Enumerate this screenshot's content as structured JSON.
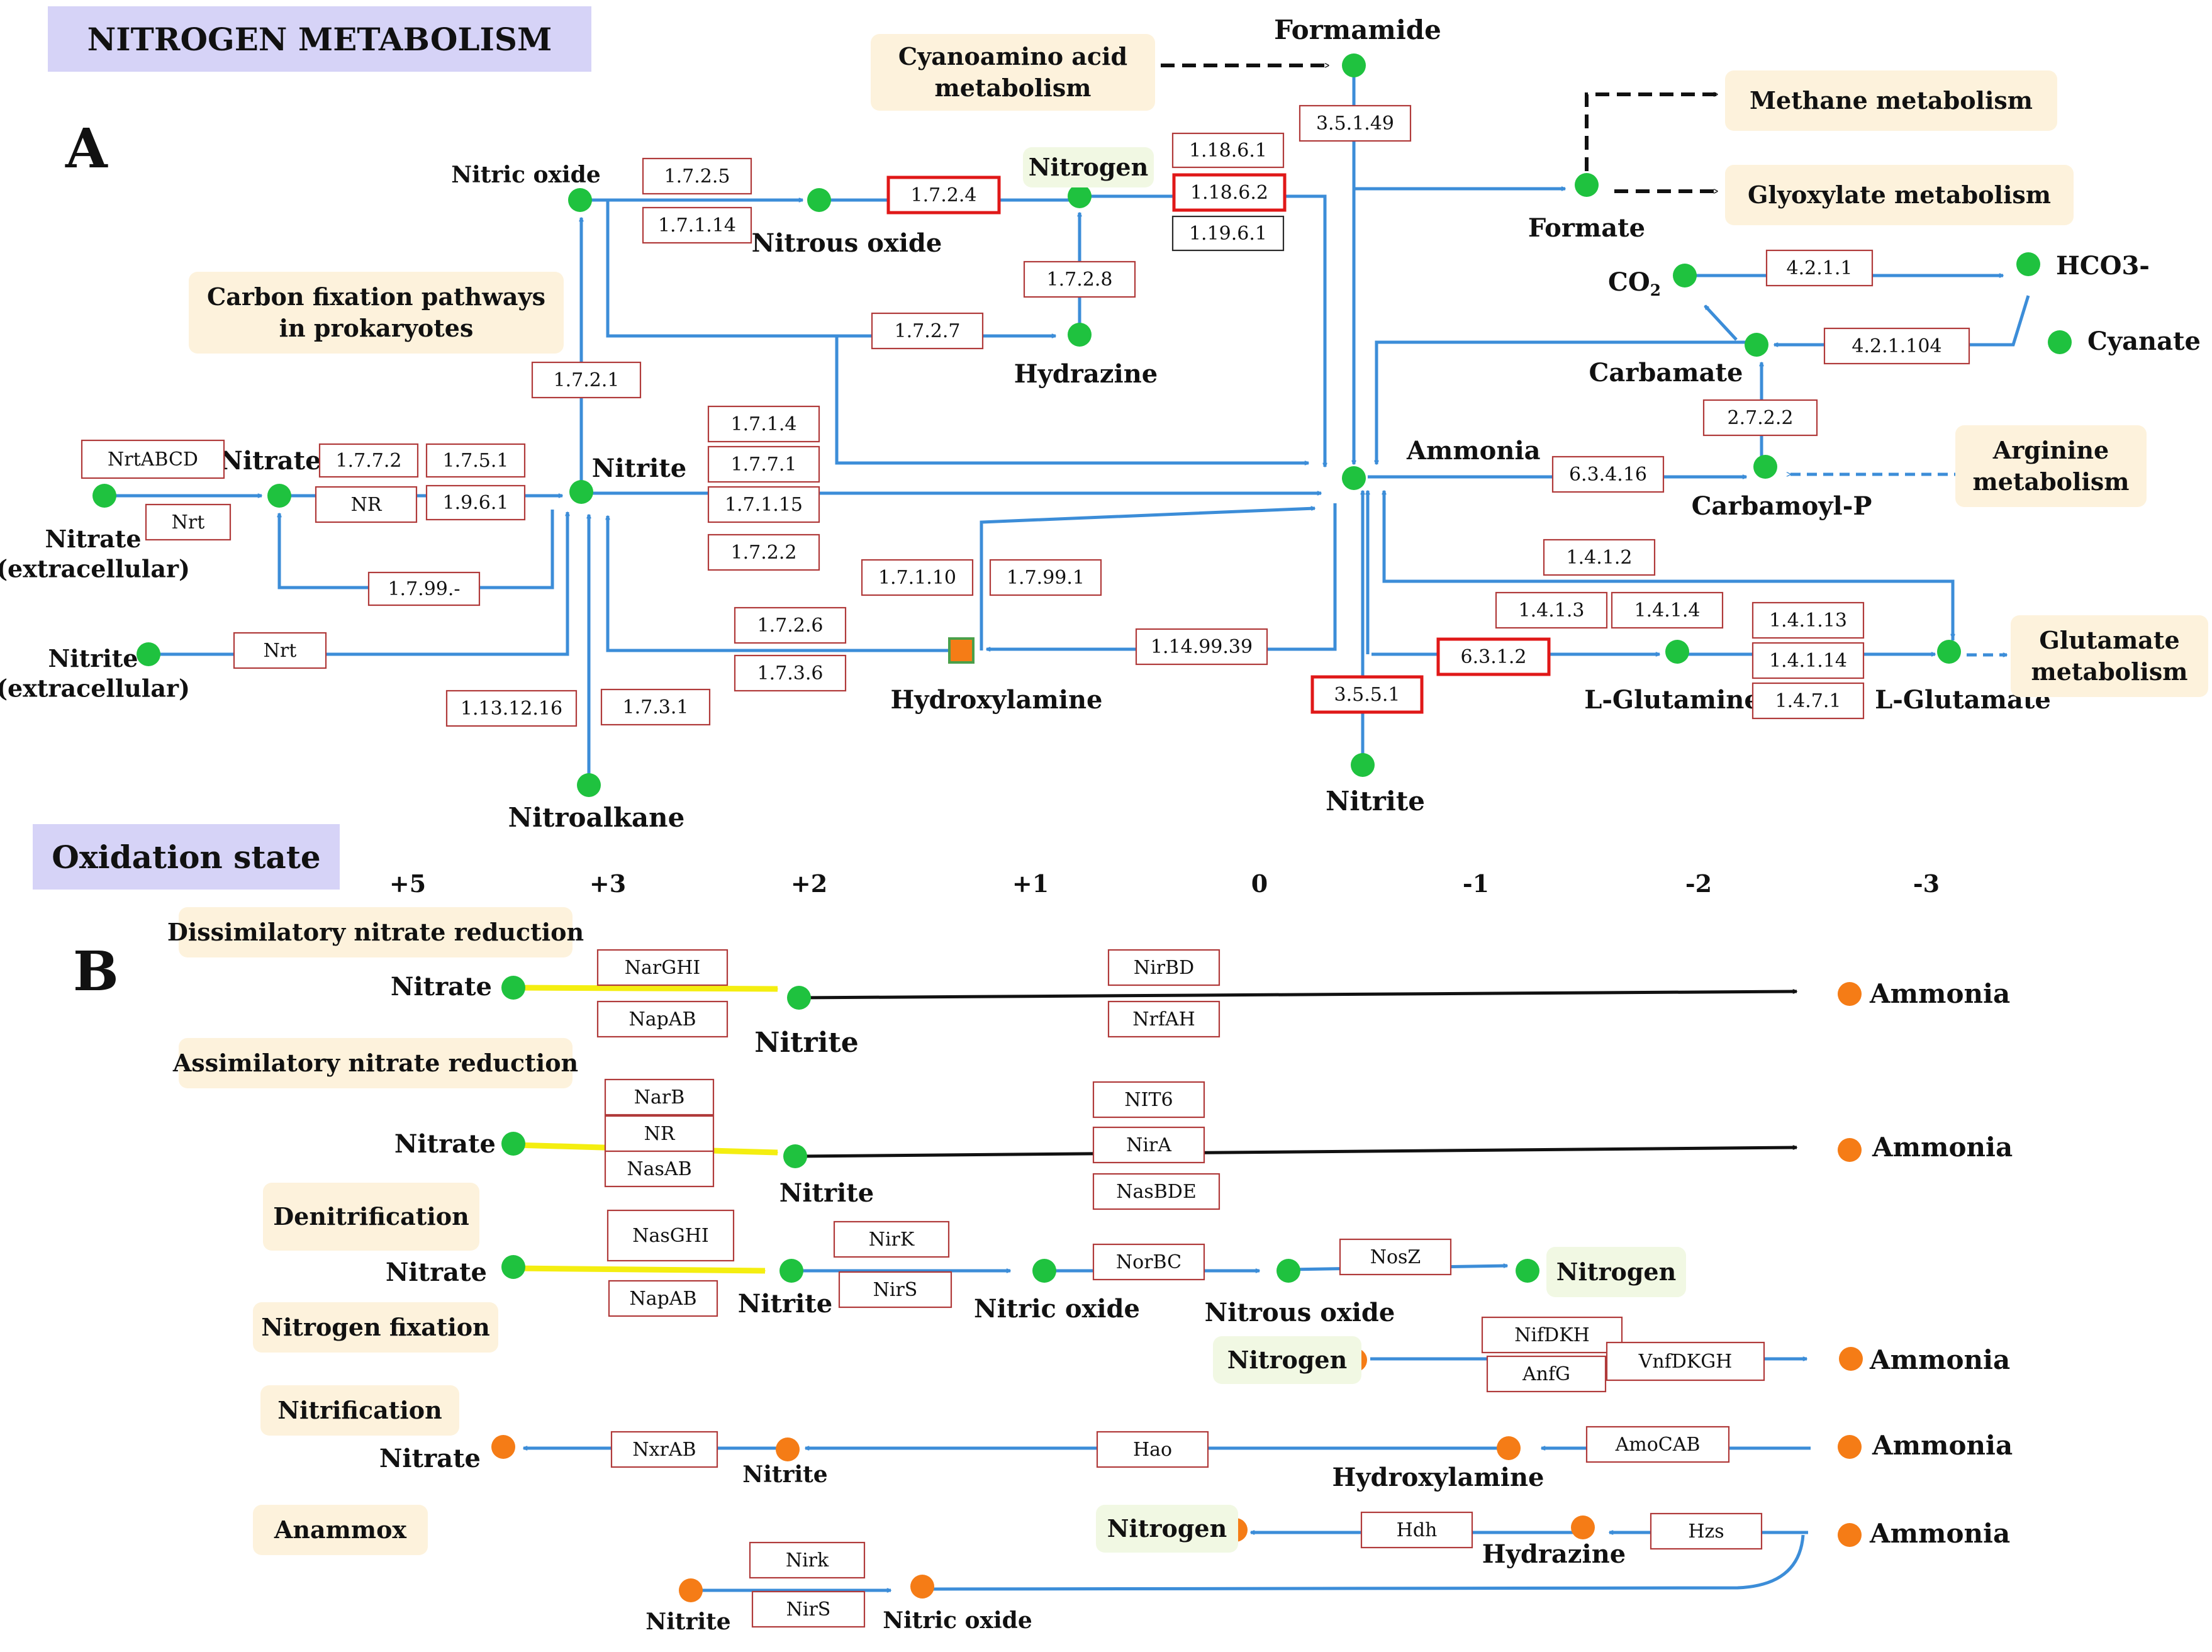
{
  "title": "NITROGEN METABOLISM",
  "panel_a": "A",
  "panel_b": "B",
  "oxidation_title": "Oxidation state",
  "oxidation_states": [
    "+5",
    "+3",
    "+2",
    "+1",
    "0",
    "-1",
    "-2",
    "-3"
  ],
  "colors": {
    "arrow": "#3c8dd8",
    "node_green": "#1fc23f",
    "node_orange": "#f57c16",
    "enzyme_border": "#b03a3a",
    "highlight_border": "#e01818",
    "pathway_fill": "#fdf2dc",
    "title_fill": "#d6d3f7",
    "yellow_arrow": "#f4ee10"
  },
  "a": {
    "pathways": {
      "cyanoamino": "Cyanoamino acid|metabolism",
      "methane": "Methane metabolism",
      "glyoxylate": "Glyoxylate  metabolism",
      "carbon": "Carbon fixation pathways|in prokaryotes",
      "arginine": "Arginine|metabolism",
      "glutamate": "Glutamate|metabolism"
    },
    "nodes": {
      "formamide": "Formamide",
      "nitric_oxide": "Nitric oxide",
      "nitrous_oxide": "Nitrous oxide",
      "nitrogen": "Nitrogen",
      "formate": "Formate",
      "co2": "CO2",
      "hco3": "HCO3-",
      "cyanate": "Cyanate",
      "carbamate": "Carbamate",
      "hydrazine": "Hydrazine",
      "nitrate": "Nitrate",
      "nitrite": "Nitrite",
      "ammonia": "Ammonia",
      "carbamoyl_p": "Carbamoyl-P",
      "nitrate_ext": "Nitrate|(extracellular)",
      "nitrite_ext": "Nitrite|(extracellular)",
      "hydroxylamine": "Hydroxylamine",
      "nitroalkane": "Nitroalkane",
      "nitrite_bottom": "Nitrite",
      "glutamine": "L-Glutamine",
      "glutamate": "L-Glutamate"
    },
    "enzymes": {
      "e3_5_1_49": "3.5.1.49",
      "e1_7_2_5": "1.7.2.5",
      "e1_7_1_14": "1.7.1.14",
      "e1_7_2_4": "1.7.2.4",
      "e1_18_6_1": "1.18.6.1",
      "e1_18_6_2": "1.18.6.2",
      "e1_19_6_1": "1.19.6.1",
      "e1_7_2_8": "1.7.2.8",
      "e1_7_2_7": "1.7.2.7",
      "e4_2_1_1": "4.2.1.1",
      "e4_2_1_104": "4.2.1.104",
      "e1_7_2_1": "1.7.2.1",
      "e1_7_1_4": "1.7.1.4",
      "e1_7_7_1": "1.7.7.1",
      "e1_7_1_15": "1.7.1.15",
      "e1_7_2_2": "1.7.2.2",
      "nrtabcd": "NrtABCD",
      "nrt1": "Nrt",
      "e1_7_7_2": "1.7.7.2",
      "e1_7_5_1": "1.7.5.1",
      "nr": "NR",
      "e1_9_6_1": "1.9.6.1",
      "e2_7_2_2": "2.7.2.2",
      "e6_3_4_16": "6.3.4.16",
      "e1_7_99": "1.7.99.-",
      "e1_7_1_10": "1.7.1.10",
      "e1_7_99_1": "1.7.99.1",
      "e1_4_1_2": "1.4.1.2",
      "e1_7_2_6": "1.7.2.6",
      "e1_7_3_6": "1.7.3.6",
      "e1_14_99_39": "1.14.99.39",
      "e1_4_1_3": "1.4.1.3",
      "e1_4_1_4": "1.4.1.4",
      "e1_4_1_13": "1.4.1.13",
      "e1_4_1_14": "1.4.1.14",
      "e1_4_7_1": "1.4.7.1",
      "nrt2": "Nrt",
      "e6_3_1_2": "6.3.1.2",
      "e1_13_12_16": "1.13.12.16",
      "e1_7_3_1": "1.7.3.1",
      "e3_5_5_1": "3.5.5.1"
    }
  },
  "b": {
    "dissimilatory": {
      "title": "Dissimilatory nitrate reduction",
      "nitrate": "Nitrate",
      "nitrite": "Nitrite",
      "ammonia": "Ammonia",
      "e1": "NarGHI",
      "e2": "NapAB",
      "e3": "NirBD",
      "e4": "NrfAH"
    },
    "assimilatory": {
      "title": "Assimilatory nitrate reduction",
      "nitrate": "Nitrate",
      "nitrite": "Nitrite",
      "ammonia": "Ammonia",
      "e1": "NarB",
      "e2": "NR",
      "e3": "NasAB",
      "e4": "NIT6",
      "e5": "NirA",
      "e6": "NasBDE"
    },
    "denitrification": {
      "title": "Denitrification",
      "nitrate": "Nitrate",
      "nitrite": "Nitrite",
      "nitric_oxide": "Nitric oxide",
      "nitrous_oxide": "Nitrous oxide",
      "nitrogen": "Nitrogen",
      "e1": "NasGHI",
      "e2": "NapAB",
      "e3": "NirK",
      "e4": "NirS",
      "e5": "NorBC",
      "e6": "NosZ"
    },
    "fixation": {
      "title": "Nitrogen fixation",
      "nitrogen": "Nitrogen",
      "ammonia": "Ammonia",
      "e1": "NifDKH",
      "e2": "AnfG",
      "e3": "VnfDKGH"
    },
    "nitrification": {
      "title": "Nitrification",
      "nitrate": "Nitrate",
      "nitrite": "Nitrite",
      "hydroxylamine": "Hydroxylamine",
      "ammonia": "Ammonia",
      "e1": "NxrAB",
      "e2": "Hao",
      "e3": "AmoCAB"
    },
    "anammox": {
      "title": "Anammox",
      "nitrogen": "Nitrogen",
      "hydrazine": "Hydrazine",
      "ammonia": "Ammonia",
      "nitrite": "Nitrite",
      "nitric_oxide": "Nitric oxide",
      "e1": "Hdh",
      "e2": "Hzs",
      "e3": "Nirk",
      "e4": "NirS"
    }
  }
}
